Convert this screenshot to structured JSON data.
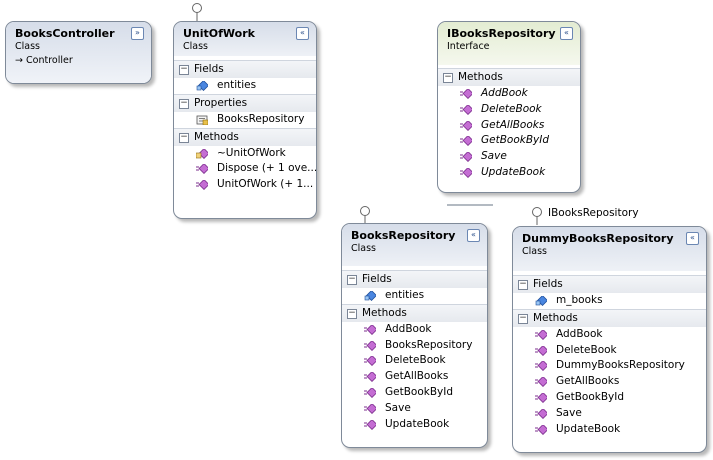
{
  "diagram": {
    "classes": {
      "books_controller": {
        "name": "BooksController",
        "stereotype": "Class",
        "inherits": "Controller",
        "inherit_arrow": "→"
      },
      "unit_of_work": {
        "name": "UnitOfWork",
        "stereotype": "Class",
        "sections": {
          "fields": {
            "title": "Fields",
            "items": [
              "entities"
            ]
          },
          "properties": {
            "title": "Properties",
            "items": [
              "BooksRepository"
            ]
          },
          "methods": {
            "title": "Methods",
            "items": [
              "~UnitOfWork",
              "Dispose (+ 1 ove...",
              "UnitOfWork (+ 1..."
            ]
          }
        }
      },
      "ibooks_repository": {
        "name": "IBooksRepository",
        "stereotype": "Interface",
        "sections": {
          "methods": {
            "title": "Methods",
            "items": [
              "AddBook",
              "DeleteBook",
              "GetAllBooks",
              "GetBookById",
              "Save",
              "UpdateBook"
            ]
          }
        }
      },
      "books_repository": {
        "name": "BooksRepository",
        "stereotype": "Class",
        "sections": {
          "fields": {
            "title": "Fields",
            "items": [
              "entities"
            ]
          },
          "methods": {
            "title": "Methods",
            "items": [
              "AddBook",
              "BooksRepository",
              "DeleteBook",
              "GetAllBooks",
              "GetBookById",
              "Save",
              "UpdateBook"
            ]
          }
        }
      },
      "dummy_books_repository": {
        "name": "DummyBooksRepository",
        "stereotype": "Class",
        "implements_label": "IBooksRepository",
        "sections": {
          "fields": {
            "title": "Fields",
            "items": [
              "m_books"
            ]
          },
          "methods": {
            "title": "Methods",
            "items": [
              "AddBook",
              "DeleteBook",
              "DummyBooksRepository",
              "GetAllBooks",
              "GetBookById",
              "Save",
              "UpdateBook"
            ]
          }
        }
      }
    },
    "glyphs": {
      "collapse": "«",
      "expand": "»",
      "minus": "−"
    },
    "colors": {
      "header_class": "#d6dde9",
      "header_interface": "#e3ecd2",
      "border": "#7f8a99",
      "method_icon": "#b34fc4",
      "field_icon": "#2f6fd1"
    }
  }
}
